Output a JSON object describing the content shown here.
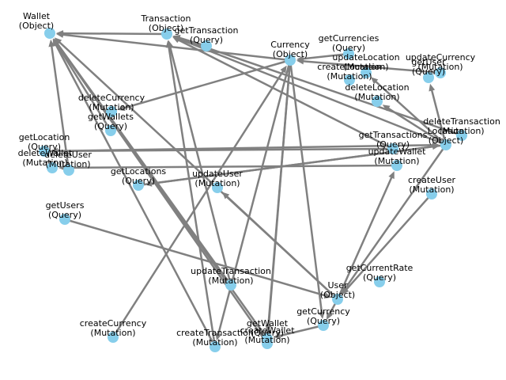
{
  "colors": {
    "edge": "#808080",
    "node": "#87ceeb",
    "label": "#000000",
    "background": "#ffffff"
  },
  "nodes": [
    {
      "id": "wallet",
      "label": [
        "Wallet",
        "(Object)"
      ]
    },
    {
      "id": "transaction",
      "label": [
        "Transaction",
        "(Object)"
      ]
    },
    {
      "id": "gettransaction",
      "label": [
        "getTransaction",
        "(Query)"
      ]
    },
    {
      "id": "currency",
      "label": [
        "Currency",
        "(Object)"
      ]
    },
    {
      "id": "getcurrencies",
      "label": [
        "getCurrencies",
        "(Query)"
      ]
    },
    {
      "id": "updatelocation",
      "label": [
        "updateLocation",
        "(Mutation)"
      ]
    },
    {
      "id": "createlocation",
      "label": [
        "createLocation",
        "(Mutation)"
      ]
    },
    {
      "id": "updatecurrency",
      "label": [
        "updateCurrency",
        "(Mutation)"
      ]
    },
    {
      "id": "getuser",
      "label": [
        "getUser",
        "(Query)"
      ]
    },
    {
      "id": "deletelocation",
      "label": [
        "deleteLocation",
        "(Mutation)"
      ]
    },
    {
      "id": "deletecurrency",
      "label": [
        "deleteCurrency",
        "(Mutation)"
      ]
    },
    {
      "id": "getwallets",
      "label": [
        "getWallets",
        "(Query)"
      ]
    },
    {
      "id": "deletetransaction",
      "label": [
        "deleteTransaction",
        "(Mutation)"
      ]
    },
    {
      "id": "location",
      "label": [
        "Location",
        "(Object)"
      ]
    },
    {
      "id": "getlocation",
      "label": [
        "getLocation",
        "(Query)"
      ]
    },
    {
      "id": "deletewallet",
      "label": [
        "deleteWallet",
        "(Mutation)"
      ]
    },
    {
      "id": "deleteuser",
      "label": [
        "deleteUser",
        "(Mutation)"
      ]
    },
    {
      "id": "gettransactions",
      "label": [
        "getTransactions",
        "(Query)"
      ]
    },
    {
      "id": "updatewallet",
      "label": [
        "updateWallet",
        "(Mutation)"
      ]
    },
    {
      "id": "getlocations",
      "label": [
        "getLocations",
        "(Query)"
      ]
    },
    {
      "id": "updateuser",
      "label": [
        "updateUser",
        "(Mutation)"
      ]
    },
    {
      "id": "createuser",
      "label": [
        "createUser",
        "(Mutation)"
      ]
    },
    {
      "id": "getusers",
      "label": [
        "getUsers",
        "(Query)"
      ]
    },
    {
      "id": "getcurrentrate",
      "label": [
        "getCurrentRate",
        "(Query)"
      ]
    },
    {
      "id": "updatetransaction",
      "label": [
        "updateTransaction",
        "(Mutation)"
      ]
    },
    {
      "id": "user",
      "label": [
        "User",
        "(Object)"
      ]
    },
    {
      "id": "getcurrency",
      "label": [
        "getCurrency",
        "(Query)"
      ]
    },
    {
      "id": "createcurrency",
      "label": [
        "createCurrency",
        "(Mutation)"
      ]
    },
    {
      "id": "createtransaction",
      "label": [
        "createTransaction",
        "(Mutation)"
      ]
    },
    {
      "id": "getwallet",
      "label": [
        "getWallet",
        "(Query)"
      ]
    },
    {
      "id": "createwallet",
      "label": [
        "createWallet",
        "(Mutation)"
      ]
    }
  ],
  "edges": [
    {
      "from": "transaction",
      "to": "wallet"
    },
    {
      "from": "gettransaction",
      "to": "transaction"
    },
    {
      "from": "currency",
      "to": "wallet"
    },
    {
      "from": "currency",
      "to": "deletecurrency"
    },
    {
      "from": "getcurrencies",
      "to": "currency"
    },
    {
      "from": "updatecurrency",
      "to": "currency"
    },
    {
      "from": "location",
      "to": "user"
    },
    {
      "from": "location",
      "to": "transaction"
    },
    {
      "from": "location",
      "to": "getuser"
    },
    {
      "from": "location",
      "to": "updatelocation"
    },
    {
      "from": "location",
      "to": "deletelocation"
    },
    {
      "from": "location",
      "to": "getlocations"
    },
    {
      "from": "deletetransaction",
      "to": "transaction"
    },
    {
      "from": "gettransactions",
      "to": "getlocation"
    },
    {
      "from": "gettransactions",
      "to": "transaction"
    },
    {
      "from": "getwallets",
      "to": "wallet"
    },
    {
      "from": "deletewallet",
      "to": "wallet"
    },
    {
      "from": "getlocation",
      "to": "location"
    },
    {
      "from": "getlocations",
      "to": "location"
    },
    {
      "from": "updatetransaction",
      "to": "transaction"
    },
    {
      "from": "updatetransaction",
      "to": "wallet"
    },
    {
      "from": "createtransaction",
      "to": "transaction"
    },
    {
      "from": "createtransaction",
      "to": "wallet"
    },
    {
      "from": "createcurrency",
      "to": "currency"
    },
    {
      "from": "currency",
      "to": "getcurrency"
    },
    {
      "from": "currency",
      "to": "createtransaction"
    },
    {
      "from": "currency",
      "to": "createwallet"
    },
    {
      "from": "currency",
      "to": "getwallet"
    },
    {
      "from": "user",
      "to": "wallet"
    },
    {
      "from": "user",
      "to": "updateuser"
    },
    {
      "from": "user",
      "to": "getcurrency"
    },
    {
      "from": "user",
      "to": "updatewallet"
    },
    {
      "from": "getcurrency",
      "to": "getwallet"
    },
    {
      "from": "getwallet",
      "to": "wallet"
    },
    {
      "from": "createwallet",
      "to": "wallet"
    },
    {
      "from": "getusers",
      "to": "user"
    },
    {
      "from": "createuser",
      "to": "user"
    },
    {
      "from": "updatewallet",
      "to": "deleteuser"
    }
  ]
}
